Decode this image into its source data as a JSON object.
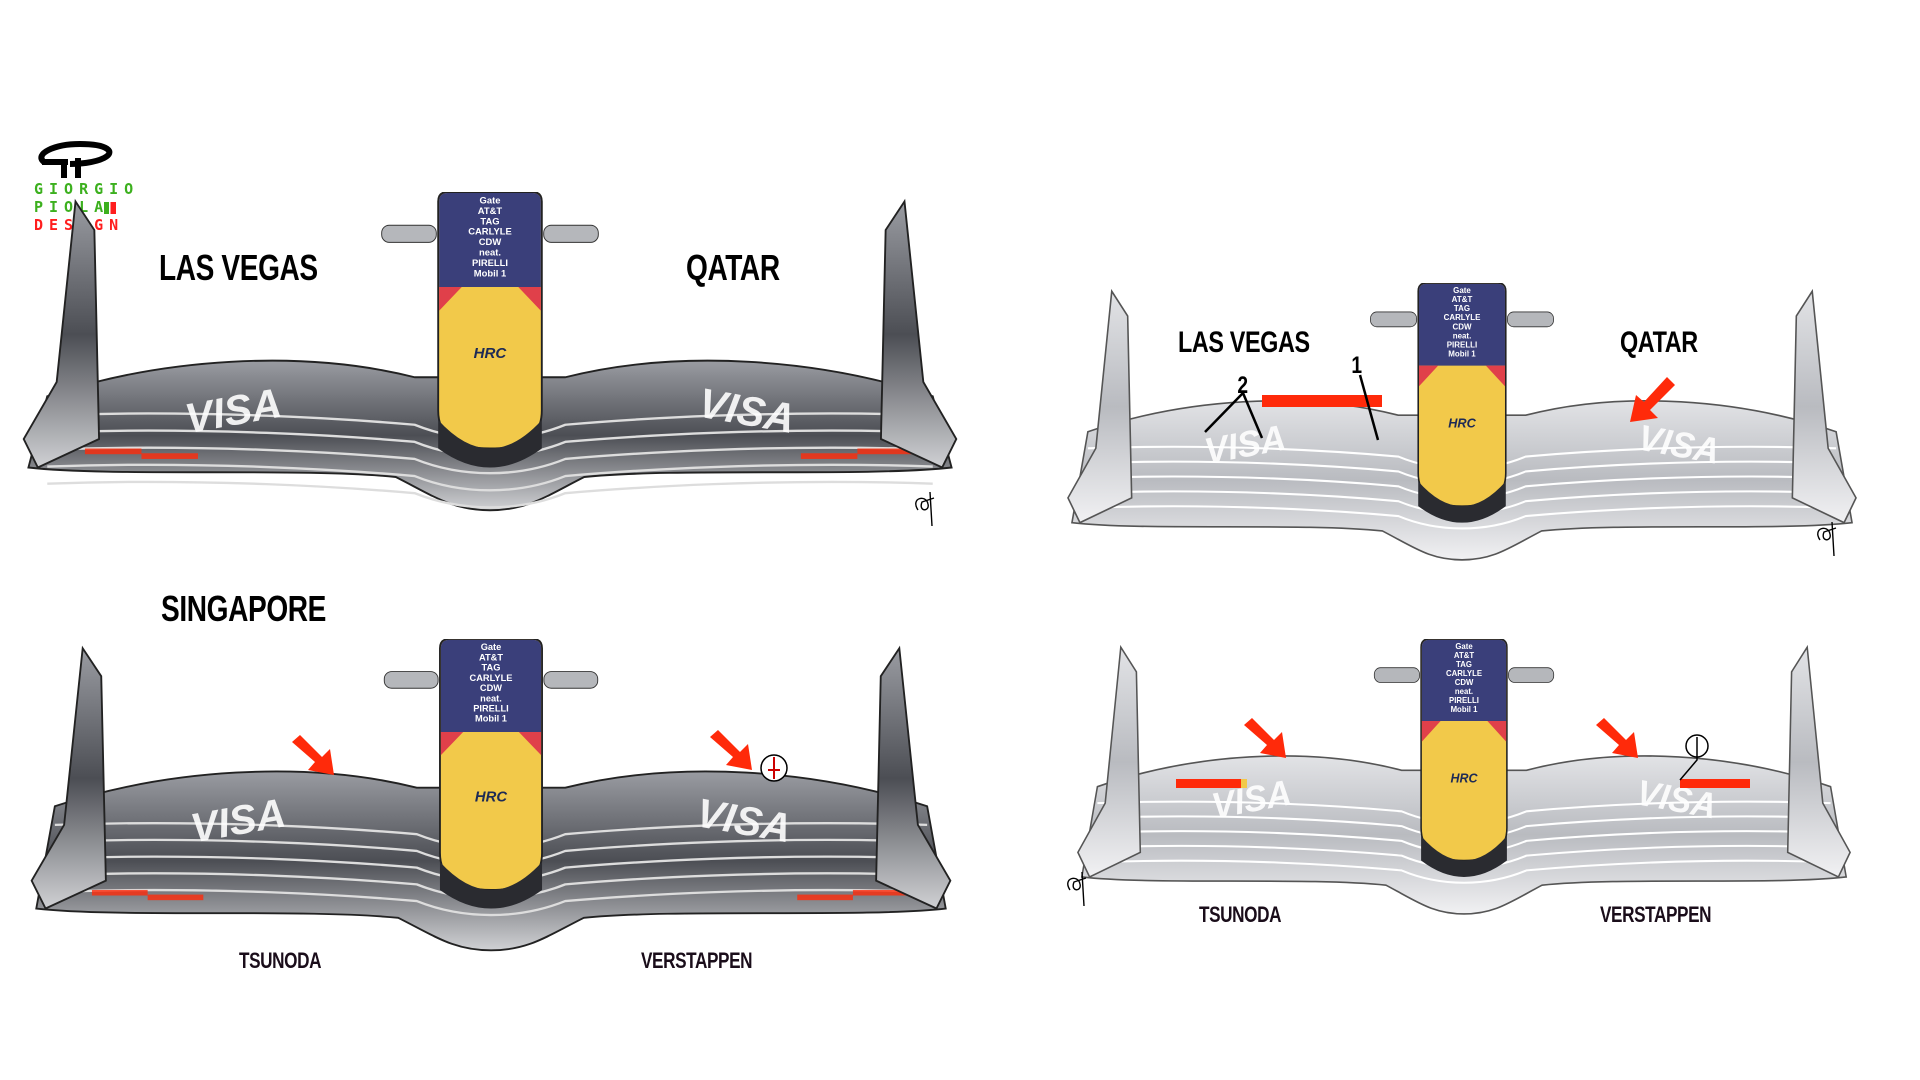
{
  "logo": {
    "line1": "GIORGIO",
    "line2": "PIOLA",
    "line3": "DESIGN",
    "colors": {
      "green": "#3cb01e",
      "red": "#ff1e1e"
    }
  },
  "panels": {
    "top_left": {
      "label_left": "LAS VEGAS",
      "label_right": "QATAR"
    },
    "top_right": {
      "label_left": "LAS VEGAS",
      "label_right": "QATAR",
      "callout_1": "1",
      "callout_2": "2"
    },
    "bottom_left": {
      "title": "SINGAPORE",
      "label_left": "TSUNODA",
      "label_right": "VERSTAPPEN"
    },
    "bottom_right": {
      "label_left": "TSUNODA",
      "label_right": "VERSTAPPEN"
    }
  },
  "livery": {
    "nose_sponsors": [
      "Gate",
      "AT&T",
      "TAG",
      "CARLYLE",
      "CDW",
      "neat.",
      "PIRELLI",
      "Mobil 1"
    ],
    "nose_badge": "HRC",
    "wing_sponsor": "VISA"
  },
  "colors": {
    "accent_red": "#ff2a0a",
    "nose_blue": "#3a3f7a",
    "nose_yellow": "#f2c94a",
    "wing_grey": "#8e9096"
  }
}
